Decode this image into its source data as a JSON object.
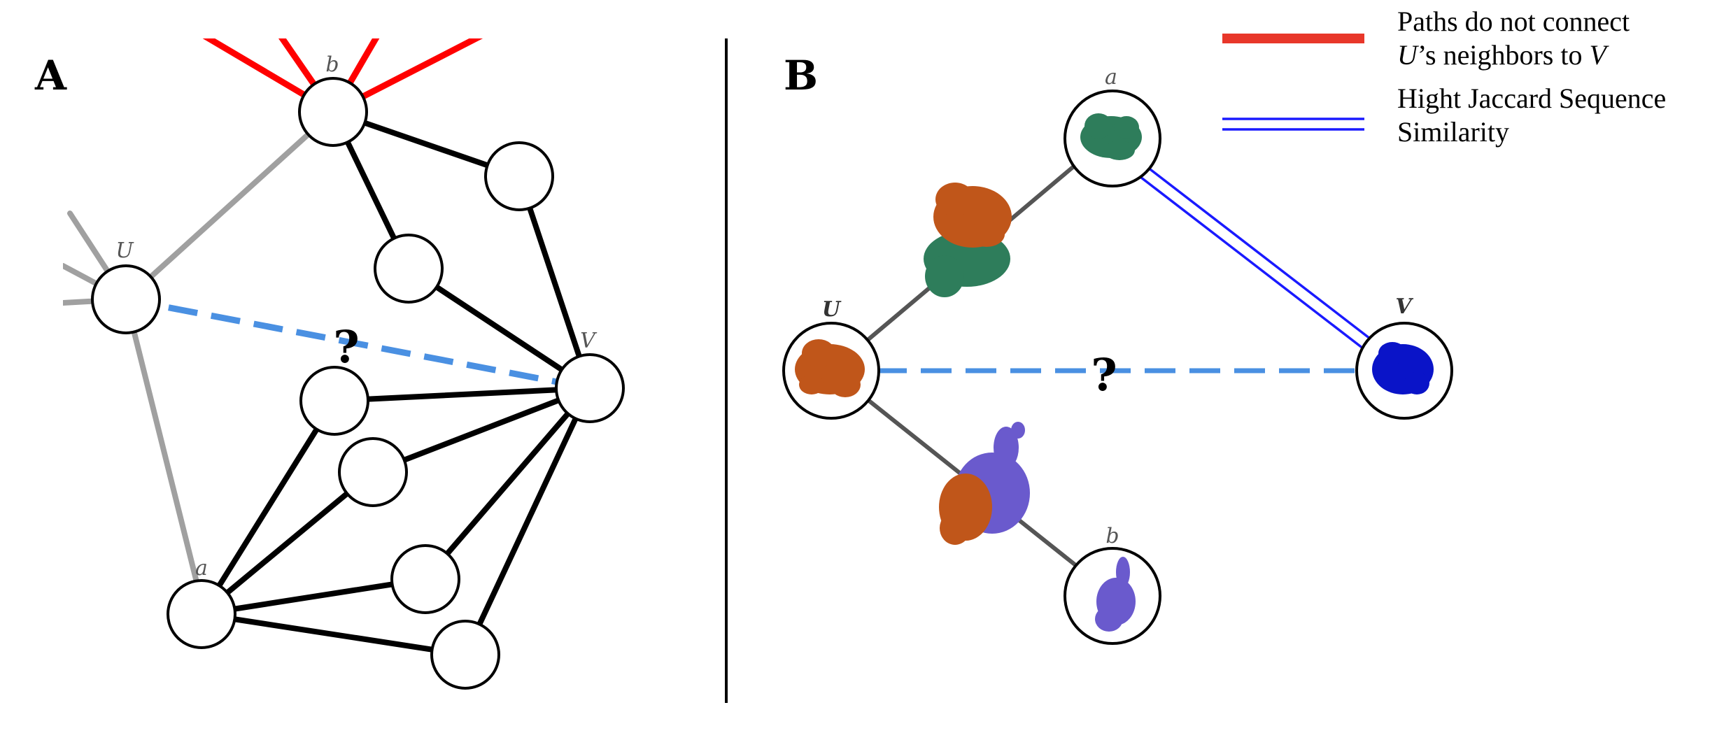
{
  "panels": {
    "a": {
      "letter": "A"
    },
    "b": {
      "letter": "B"
    }
  },
  "panel_a": {
    "labels": {
      "b": "b",
      "u": "U",
      "v": "V",
      "a": "a",
      "question": "?"
    }
  },
  "panel_b": {
    "labels": {
      "a": "a",
      "u": "U",
      "v": "V",
      "b": "b",
      "question": "?"
    }
  },
  "legend": {
    "red": {
      "line1": "Paths do not connect",
      "line2_italic": "U",
      "line2_rest": "’s neighbors to ",
      "line2_end": "V"
    },
    "blue": {
      "line1": "Hight Jaccard Sequence",
      "line2": "Similarity"
    }
  },
  "colors": {
    "red_path": "#ff0000",
    "black_path": "#000000",
    "gray_path": "#a0a0a0",
    "query_dash": "#4a90e2",
    "jaccard": "#1a1aff",
    "protein_orange": "#c0561a",
    "protein_teal": "#2e7d5b",
    "protein_purple": "#6a5acd",
    "protein_blue": "#0a14c8"
  }
}
